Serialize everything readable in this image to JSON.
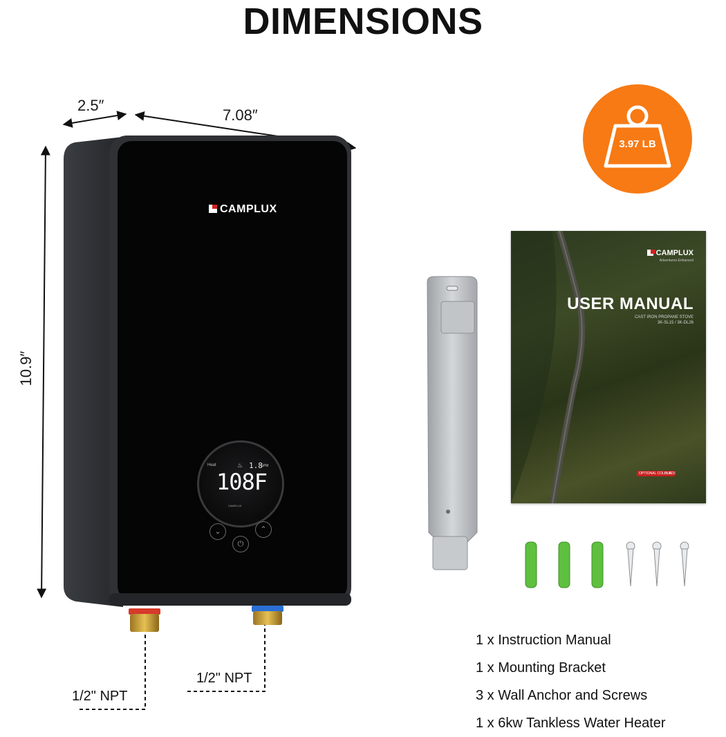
{
  "title": "DIMENSIONS",
  "dimensions": {
    "depth": "2.5″",
    "width": "7.08″",
    "height": "10.9″"
  },
  "heater": {
    "brand": "CAMPLUX",
    "display": {
      "heat_label": "Heat",
      "temperature": "108F",
      "flow": "1.8",
      "flow_unit": "GPM",
      "brand_small": "CAMPLUX"
    },
    "buttons": [
      "down-chevron-icon",
      "power-icon",
      "up-chevron-icon"
    ]
  },
  "connections": {
    "left": "1/2\" NPT",
    "right": "1/2\" NPT"
  },
  "weight": {
    "value": "3.97 LB",
    "badge_color": "#f77a14"
  },
  "manual": {
    "brand": "CAMPLUX",
    "tagline": "Adventures Enhanced",
    "title": "USER MANUAL",
    "subtitle_line1": "CAST IRON PROPANE STOVE",
    "subtitle_line2": "3K-SL15 / 3K-DL26",
    "colour_label": "OPTIONAL COLOUR:",
    "colour_value": "BLACK"
  },
  "contents": [
    "1 x Instruction Manual",
    "1 x Mounting Bracket",
    "3 x Wall Anchor and Screws",
    "1 x 6kw Tankless Water Heater"
  ],
  "colors": {
    "heater_body": "#2b2d31",
    "heater_face": "#050505",
    "anchor_green": "#5fbf3f",
    "bracket_silver": "#b9bcc0"
  }
}
